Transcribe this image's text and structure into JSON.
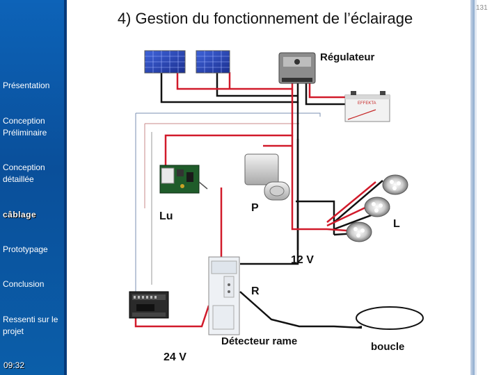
{
  "slide": {
    "title": "4) Gestion du fonctionnement de l’éclairage",
    "number": "131"
  },
  "sidebar": {
    "items": [
      {
        "label": "Présentation"
      },
      {
        "label": "Conception Préliminaire"
      },
      {
        "label": "Conception détaillée"
      },
      {
        "label": "câblage",
        "active": true
      },
      {
        "label": "Prototypage"
      },
      {
        "label": "Conclusion"
      },
      {
        "label": "Ressenti sur le projet"
      }
    ],
    "time": "09:32"
  },
  "diagram": {
    "labels": {
      "regulateur": "Régulateur",
      "lu": "Lu",
      "p": "P",
      "l": "L",
      "v12": "12 V",
      "r": "R",
      "detecteur": "Détecteur rame",
      "v24": "24 V",
      "boucle": "boucle"
    },
    "battery_brand": "EFFEKTA",
    "colors": {
      "positive_wire": "#d11a2a",
      "negative_wire": "#111111",
      "sidebar": "#0a5aab"
    }
  }
}
